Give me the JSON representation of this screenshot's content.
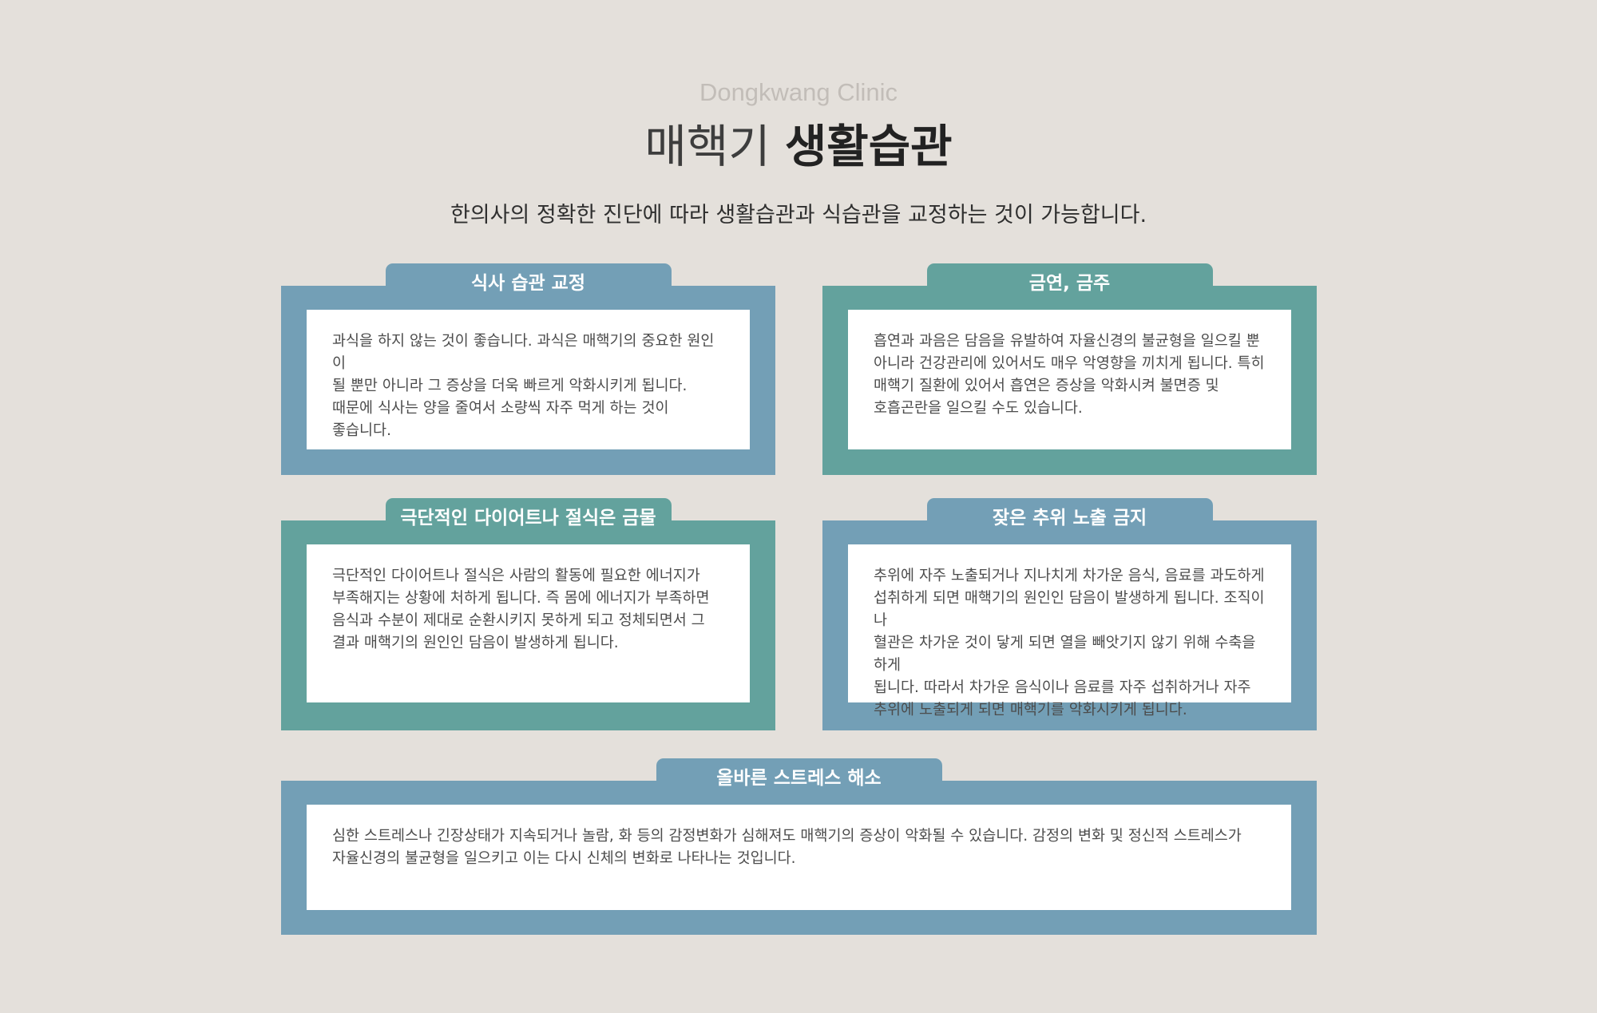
{
  "header": {
    "eyebrow": "Dongkwang Clinic",
    "title_light": "매핵기",
    "title_bold": "생활습관",
    "subtitle": "한의사의 정확한 진단에 따라 생활습관과 식습관을 교정하는 것이 가능합니다."
  },
  "cards": [
    {
      "title": "식사 습관 교정",
      "body": "과식을 하지 않는 것이 좋습니다. 과식은 매핵기의 중요한 원인이\n될 뿐만 아니라 그 증상을 더욱 빠르게 악화시키게 됩니다.\n때문에 식사는 양을 줄여서 소량씩 자주 먹게 하는 것이\n좋습니다."
    },
    {
      "title": "금연, 금주",
      "body": "흡연과 과음은 담음을 유발하여 자율신경의 불균형을 일으킬 뿐\n아니라 건강관리에 있어서도 매우 악영향을 끼치게 됩니다. 특히\n매핵기 질환에 있어서 흡연은 증상을 악화시켜 불면증 및\n호흡곤란을 일으킬 수도 있습니다."
    },
    {
      "title": "극단적인 다이어트나 절식은 금물",
      "body": "극단적인 다이어트나 절식은 사람의 활동에 필요한 에너지가\n부족해지는 상황에 처하게 됩니다. 즉 몸에 에너지가 부족하면\n음식과 수분이 제대로 순환시키지 못하게 되고 정체되면서 그\n결과 매핵기의 원인인 담음이 발생하게 됩니다."
    },
    {
      "title": "잦은 추위 노출 금지",
      "body": "추위에 자주 노출되거나 지나치게 차가운 음식, 음료를 과도하게\n섭취하게 되면 매핵기의 원인인 담음이 발생하게 됩니다. 조직이나\n혈관은 차가운 것이 닿게 되면 열을 빼앗기지 않기 위해 수축을 하게\n됩니다. 따라서 차가운 음식이나 음료를 자주 섭취하거나 자주\n추위에 노출되게 되면 매핵기를 악화시키게 됩니다."
    },
    {
      "title": "올바른 스트레스 해소",
      "body": "심한 스트레스나 긴장상태가 지속되거나 놀람, 화 등의 감정변화가 심해져도 매핵기의 증상이 악화될 수 있습니다. 감정의 변화 및 정신적 스트레스가\n자율신경의 불균형을 일으키고 이는 다시 신체의 변화로 나타나는 것입니다."
    }
  ],
  "colors": {
    "background": "#e4e0db",
    "blue": "#739fb6",
    "teal": "#63a29d"
  }
}
